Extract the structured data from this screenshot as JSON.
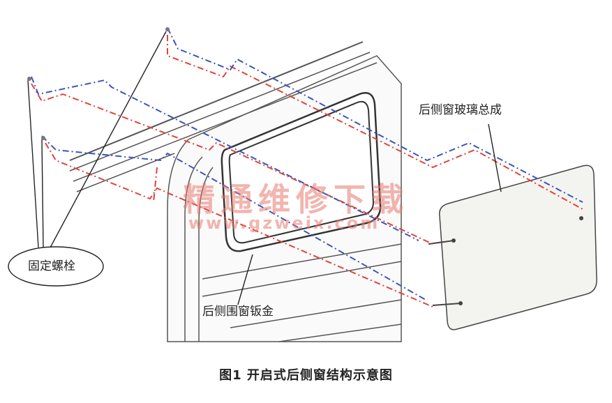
{
  "labels": {
    "glass_assembly": "后侧窗玻璃总成",
    "side_window_panel": "后侧围窗钣金",
    "fixing_bolt": "固定螺栓"
  },
  "caption": "图1 开启式后侧窗结构示意图",
  "watermark": {
    "text": "精通维修下载",
    "url": "www.gzweix.com"
  },
  "colors": {
    "red_dash": "#e0443a",
    "blue_dash": "#3b56b8",
    "line": "#333333",
    "glass_fill": "#f3f3ef"
  }
}
